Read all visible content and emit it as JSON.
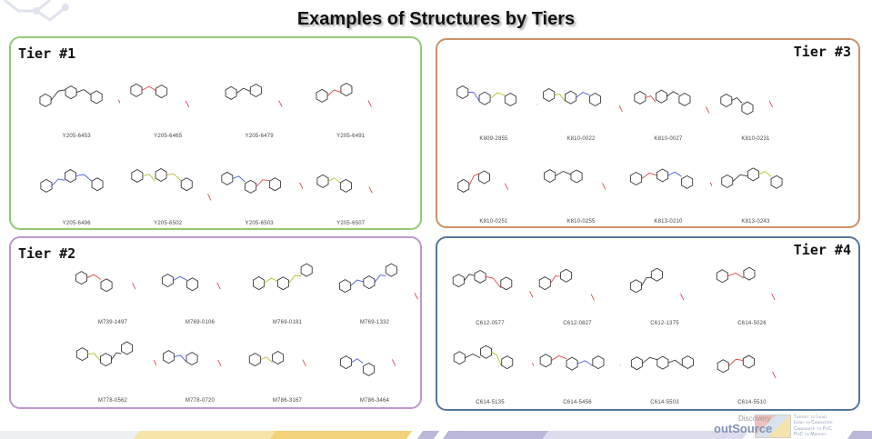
{
  "title": "Examples of Structures by Tiers",
  "colors": {
    "tier1": "#93c973",
    "tier2": "#bf98cc",
    "tier3": "#cc9068",
    "tier4": "#55759c"
  },
  "tiers": [
    {
      "key": "p1",
      "label": "Tier #1",
      "compounds": [
        "Y205-6453",
        "Y205-6465",
        "Y205-6479",
        "Y205-6491",
        "Y205-6496",
        "Y205-6502",
        "Y205-6503",
        "Y205-6507"
      ]
    },
    {
      "key": "p3",
      "label": "Tier #3",
      "compounds": [
        "K809-2855",
        "K810-0022",
        "K810-0027",
        "K810-0231",
        "K810-0251",
        "K810-0255",
        "K813-0210",
        "K813-0243"
      ]
    },
    {
      "key": "p2",
      "label": "Tier #2",
      "compounds": [
        "M739-1497",
        "M769-0106",
        "M769-0181",
        "M769-1332",
        "M778-0562",
        "M778-0720",
        "M786-3167",
        "M786-3464"
      ]
    },
    {
      "key": "p4",
      "label": "Tier #4",
      "compounds": [
        "C612-0577",
        "C612-0827",
        "C612-1375",
        "C614-5026",
        "C614-5135",
        "C614-5456",
        "C614-5503",
        "C614-5510"
      ]
    }
  ],
  "footer": {
    "logo_top": "Discovery",
    "logo_main": "outSource",
    "tagline": [
      "Target to Lead",
      "Lead to Candidate",
      "Candidate to PoC",
      "PoC to Market"
    ]
  }
}
